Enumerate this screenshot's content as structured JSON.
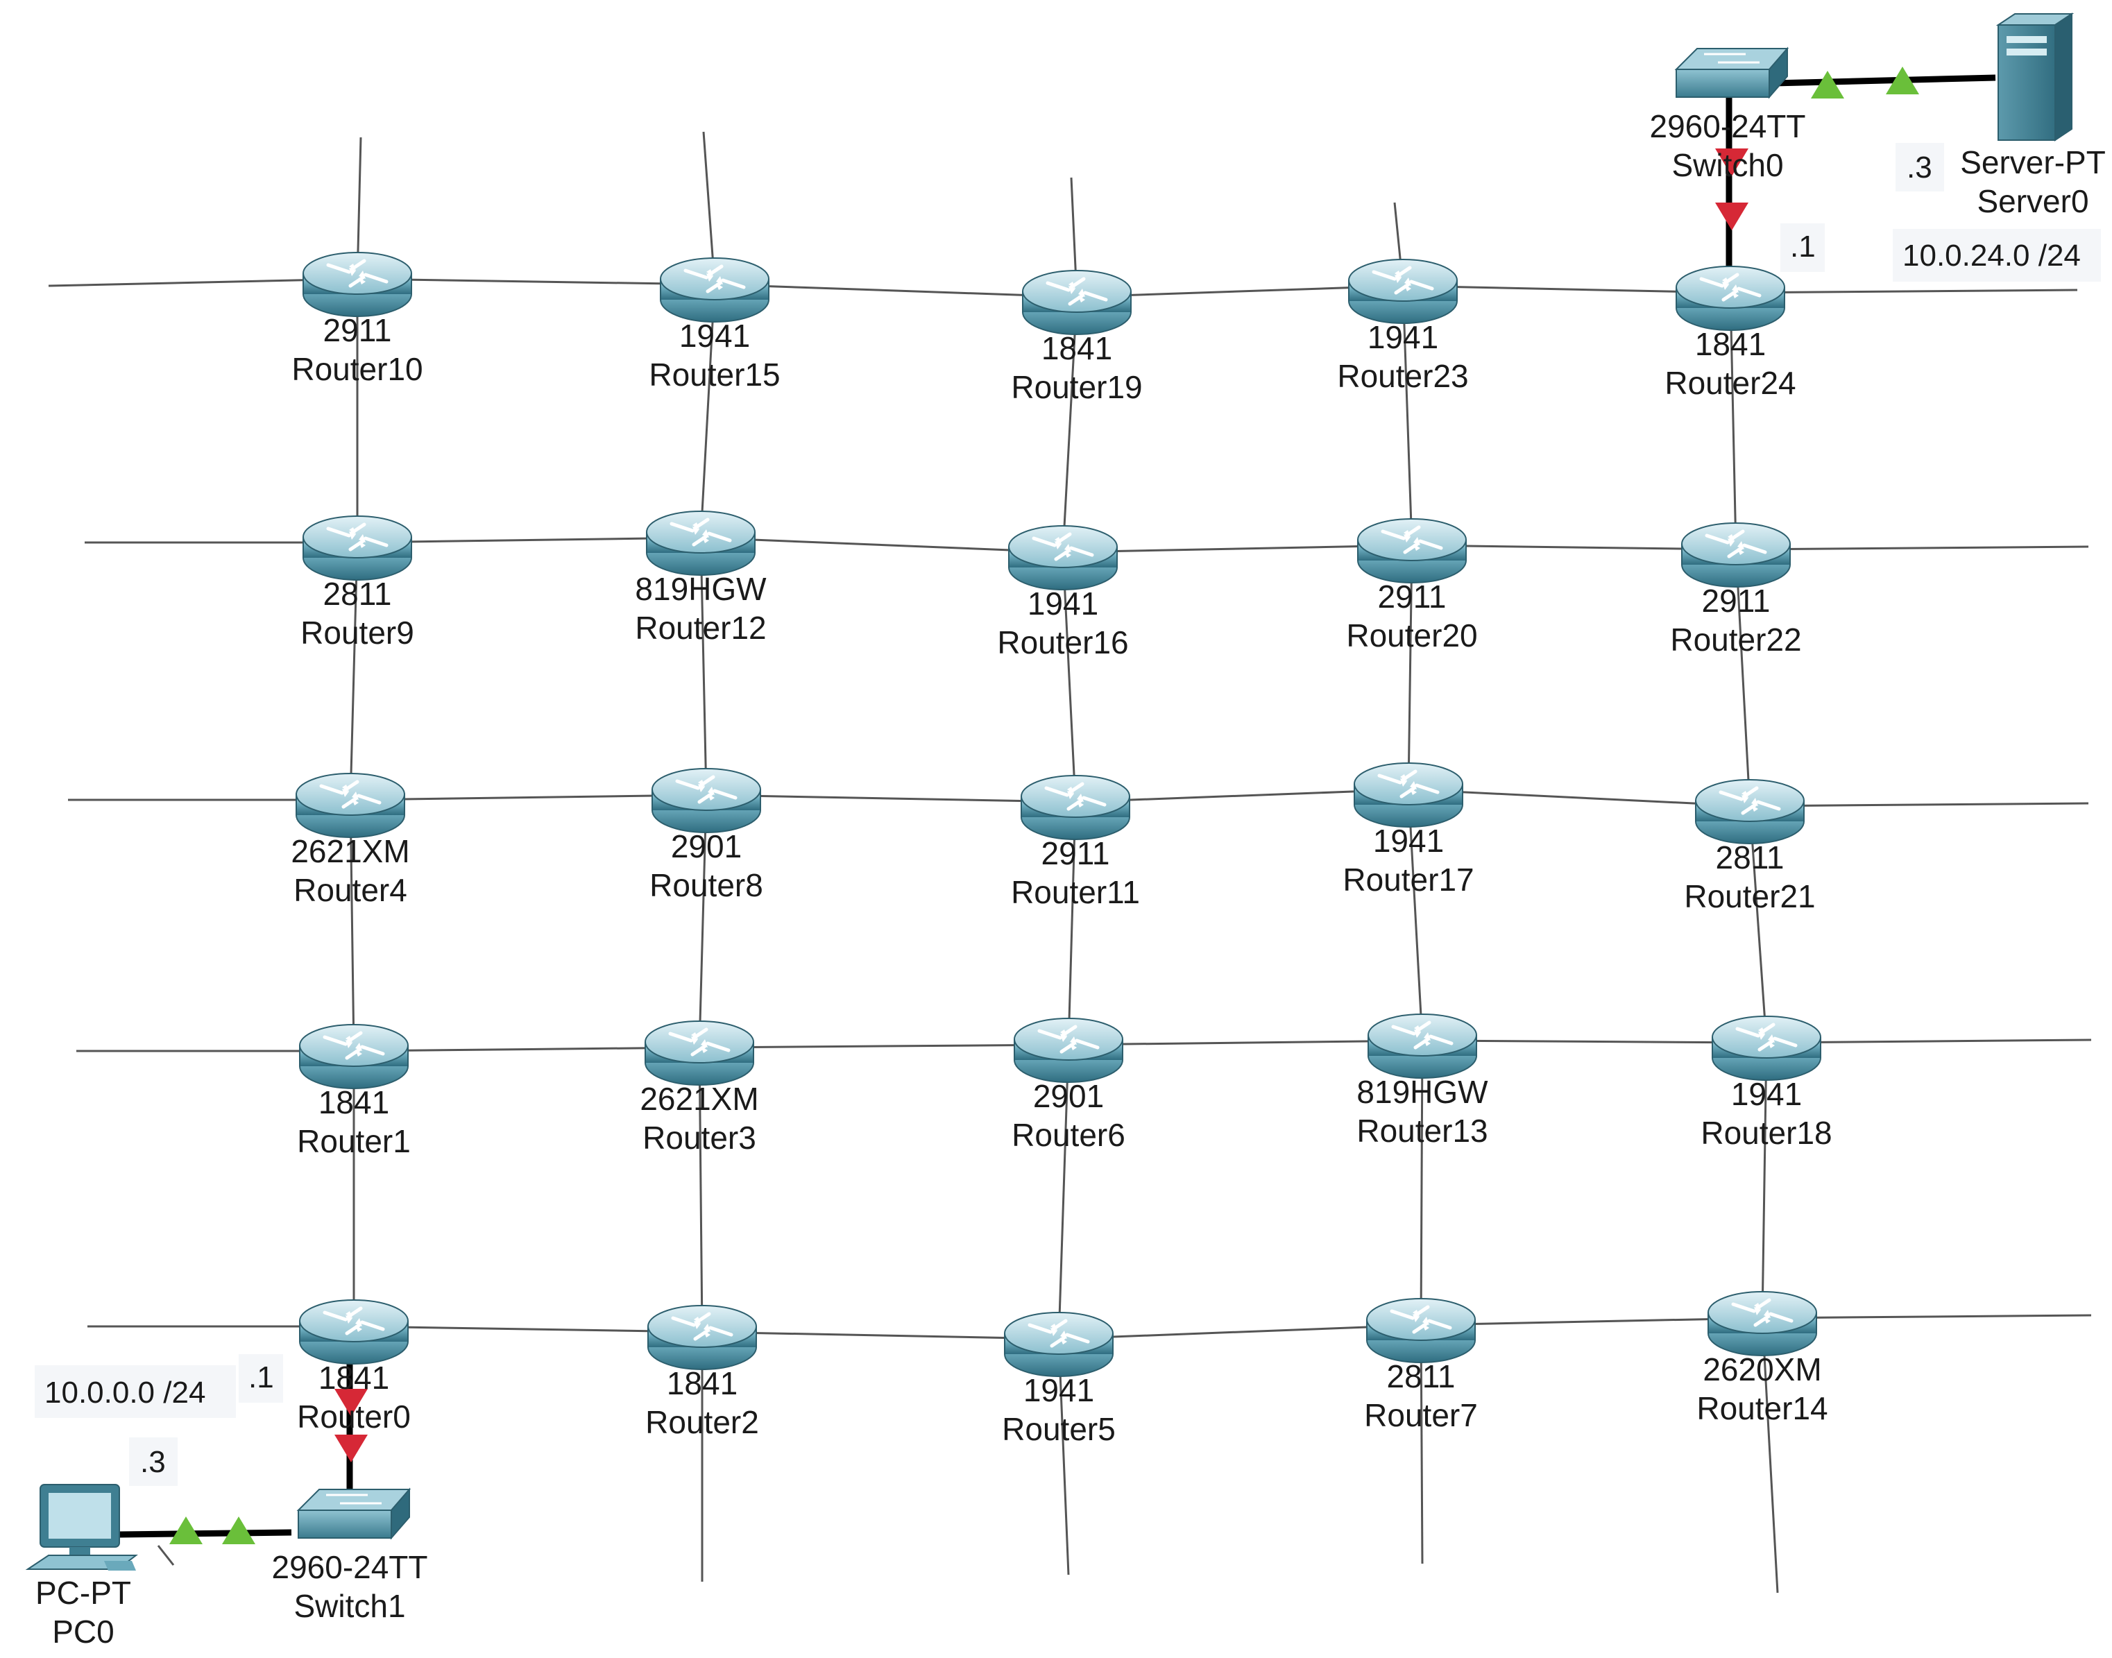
{
  "routers": [
    {
      "id": "r10",
      "model": "2911",
      "name": "Router10"
    },
    {
      "id": "r15",
      "model": "1941",
      "name": "Router15"
    },
    {
      "id": "r19",
      "model": "1841",
      "name": "Router19"
    },
    {
      "id": "r23",
      "model": "1941",
      "name": "Router23"
    },
    {
      "id": "r24",
      "model": "1841",
      "name": "Router24"
    },
    {
      "id": "r9",
      "model": "2811",
      "name": "Router9"
    },
    {
      "id": "r12",
      "model": "819HGW",
      "name": "Router12"
    },
    {
      "id": "r16",
      "model": "1941",
      "name": "Router16"
    },
    {
      "id": "r20",
      "model": "2911",
      "name": "Router20"
    },
    {
      "id": "r22",
      "model": "2911",
      "name": "Router22"
    },
    {
      "id": "r4",
      "model": "2621XM",
      "name": "Router4"
    },
    {
      "id": "r8",
      "model": "2901",
      "name": "Router8"
    },
    {
      "id": "r11",
      "model": "2911",
      "name": "Router11"
    },
    {
      "id": "r17",
      "model": "1941",
      "name": "Router17"
    },
    {
      "id": "r21",
      "model": "2811",
      "name": "Router21"
    },
    {
      "id": "r1",
      "model": "1841",
      "name": "Router1"
    },
    {
      "id": "r3",
      "model": "2621XM",
      "name": "Router3"
    },
    {
      "id": "r6",
      "model": "2901",
      "name": "Router6"
    },
    {
      "id": "r13",
      "model": "819HGW",
      "name": "Router13"
    },
    {
      "id": "r18",
      "model": "1941",
      "name": "Router18"
    },
    {
      "id": "r0",
      "model": "1841",
      "name": "Router0"
    },
    {
      "id": "r2",
      "model": "1841",
      "name": "Router2"
    },
    {
      "id": "r5",
      "model": "1941",
      "name": "Router5"
    },
    {
      "id": "r7",
      "model": "2811",
      "name": "Router7"
    },
    {
      "id": "r14",
      "model": "2620XM",
      "name": "Router14"
    }
  ],
  "switches": [
    {
      "id": "sw0",
      "model": "2960-24TT",
      "name": "Switch0"
    },
    {
      "id": "sw1",
      "model": "2960-24TT",
      "name": "Switch1"
    }
  ],
  "server": {
    "model": "Server-PT",
    "name": "Server0"
  },
  "pc": {
    "model": "PC-PT",
    "name": "PC0"
  },
  "notes": {
    "net_top": "10.0.24.0 /24",
    "net_bottom": "10.0.0.0 /24",
    "host_top_gw": ".1",
    "host_top_srv": ".3",
    "host_bottom_gw": ".1",
    "host_bottom_pc": ".3"
  },
  "colors": {
    "background": "#ffffff",
    "link": "#555555",
    "router_body": "#4f8ea0",
    "link_up": "#6abf3a",
    "link_down": "#d62836"
  }
}
